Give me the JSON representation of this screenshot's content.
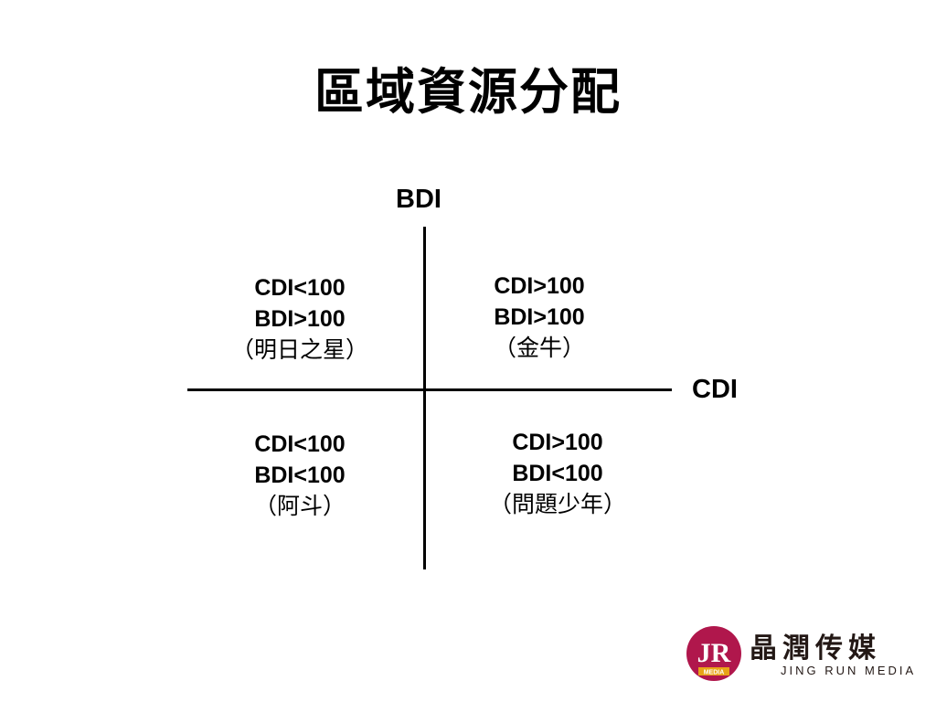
{
  "title": "區域資源分配",
  "axes": {
    "vertical_label": "BDI",
    "horizontal_label": "CDI"
  },
  "quadrants": {
    "top_left": {
      "line1": "CDI<100",
      "line2": "BDI>100",
      "name": "（明日之星）"
    },
    "top_right": {
      "line1": "CDI>100",
      "line2": "BDI>100",
      "name": "（金牛）"
    },
    "bottom_left": {
      "line1": "CDI<100",
      "line2": "BDI<100",
      "name": "（阿斗）"
    },
    "bottom_right": {
      "line1": "CDI>100",
      "line2": "BDI<100",
      "name": "（問題少年）"
    }
  },
  "logo": {
    "mark_text": "JR",
    "mark_subtext": "MEDIA",
    "name_cn": "晶潤传媒",
    "name_en": "JING RUN MEDIA",
    "colors": {
      "circle": "#b0174c",
      "mark_text": "#ffffff",
      "band": "#e8a317"
    }
  }
}
